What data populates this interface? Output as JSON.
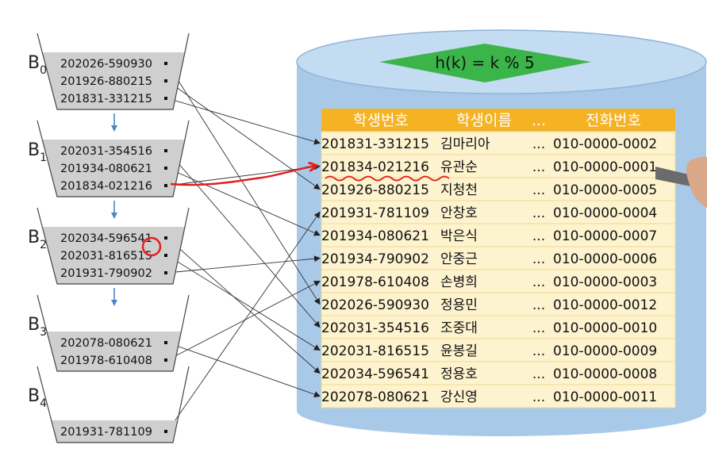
{
  "hash_function": "h(k) = k % 5",
  "buckets": [
    {
      "name": "B",
      "sub": "0",
      "keys": [
        "202026-590930",
        "201926-880215",
        "201831-331215"
      ]
    },
    {
      "name": "B",
      "sub": "1",
      "keys": [
        "202031-354516",
        "201934-080621",
        "201834-021216"
      ]
    },
    {
      "name": "B",
      "sub": "2",
      "keys": [
        "202034-596541",
        "202031-816515",
        "201931-790902"
      ]
    },
    {
      "name": "B",
      "sub": "3",
      "keys": [
        "202078-080621",
        "201978-610408"
      ]
    },
    {
      "name": "B",
      "sub": "4",
      "keys": [
        "201931-781109"
      ]
    }
  ],
  "table": {
    "headers": [
      "학생번호",
      "학생이름",
      "...",
      "전화번호"
    ],
    "rows": [
      {
        "id": "201831-331215",
        "name": "김마리아",
        "dots": "...",
        "phone": "010-0000-0002"
      },
      {
        "id": "201834-021216",
        "name": "유관순",
        "dots": "...",
        "phone": "010-0000-0001"
      },
      {
        "id": "201926-880215",
        "name": "지청천",
        "dots": "...",
        "phone": "010-0000-0005"
      },
      {
        "id": "201931-781109",
        "name": "안창호",
        "dots": "...",
        "phone": "010-0000-0004"
      },
      {
        "id": "201934-080621",
        "name": "박은식",
        "dots": "...",
        "phone": "010-0000-0007"
      },
      {
        "id": "201934-790902",
        "name": "안중근",
        "dots": "...",
        "phone": "010-0000-0006"
      },
      {
        "id": "201978-610408",
        "name": "손병희",
        "dots": "...",
        "phone": "010-0000-0003"
      },
      {
        "id": "202026-590930",
        "name": "정용민",
        "dots": "...",
        "phone": "010-0000-0012"
      },
      {
        "id": "202031-354516",
        "name": "조중대",
        "dots": "...",
        "phone": "010-0000-0010"
      },
      {
        "id": "202031-816515",
        "name": "윤봉길",
        "dots": "...",
        "phone": "010-0000-0009"
      },
      {
        "id": "202034-596541",
        "name": "정용호",
        "dots": "...",
        "phone": "010-0000-0008"
      },
      {
        "id": "202078-080621",
        "name": "강신영",
        "dots": "...",
        "phone": "010-0000-0011"
      }
    ]
  },
  "pointers": [
    {
      "bucket": 0,
      "slot": 0,
      "row": 7
    },
    {
      "bucket": 0,
      "slot": 1,
      "row": 2
    },
    {
      "bucket": 0,
      "slot": 2,
      "row": 0
    },
    {
      "bucket": 1,
      "slot": 0,
      "row": 8
    },
    {
      "bucket": 1,
      "slot": 1,
      "row": 4
    },
    {
      "bucket": 1,
      "slot": 2,
      "row": 1
    },
    {
      "bucket": 2,
      "slot": 0,
      "row": 10
    },
    {
      "bucket": 2,
      "slot": 1,
      "row": 9
    },
    {
      "bucket": 2,
      "slot": 2,
      "row": 5
    },
    {
      "bucket": 3,
      "slot": 0,
      "row": 11
    },
    {
      "bucket": 3,
      "slot": 1,
      "row": 6
    },
    {
      "bucket": 4,
      "slot": 0,
      "row": 3
    }
  ],
  "colors": {
    "cylinder": "#a9c9e8",
    "cylinder_top": "#c4dcf1",
    "cylinder_edge": "#8fb4d9",
    "diamond": "#3bb54a",
    "table_header": "#f5b324",
    "table_row": "#fdf3cf",
    "table_row_line": "#f1d98f",
    "bucket_fill": "#cfcfcf",
    "bucket_line": "#444444",
    "link_arrow": "#4a86c7",
    "annotation": "#e02020"
  }
}
